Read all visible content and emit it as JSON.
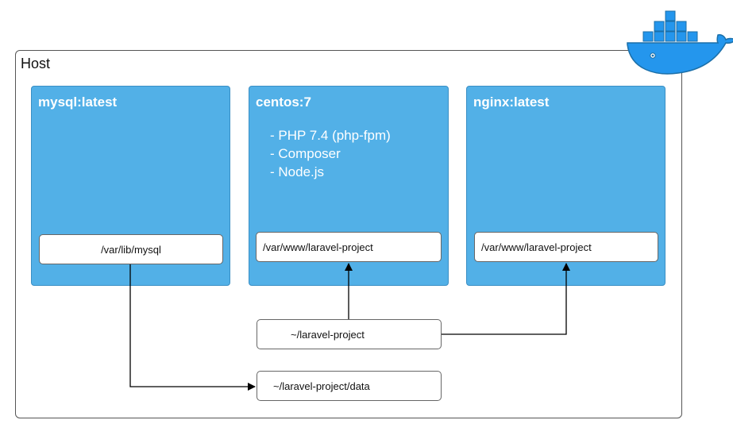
{
  "host": {
    "label": "Host"
  },
  "containers": [
    {
      "name": "mysql:latest",
      "features": [],
      "mount": "/var/lib/mysql"
    },
    {
      "name": "centos:7",
      "features": [
        "- PHP 7.4 (php-fpm)",
        "- Composer",
        "- Node.js"
      ],
      "mount": "/var/www/laravel-project"
    },
    {
      "name": "nginx:latest",
      "features": [],
      "mount": "/var/www/laravel-project"
    }
  ],
  "host_paths": {
    "project": "~/laravel-project",
    "data": "~/laravel-project/data"
  },
  "colors": {
    "container_fill": "#52b0e7",
    "docker_blue": "#2496ed",
    "docker_dark": "#1b6fa8"
  },
  "icons": [
    "docker-whale-logo"
  ]
}
